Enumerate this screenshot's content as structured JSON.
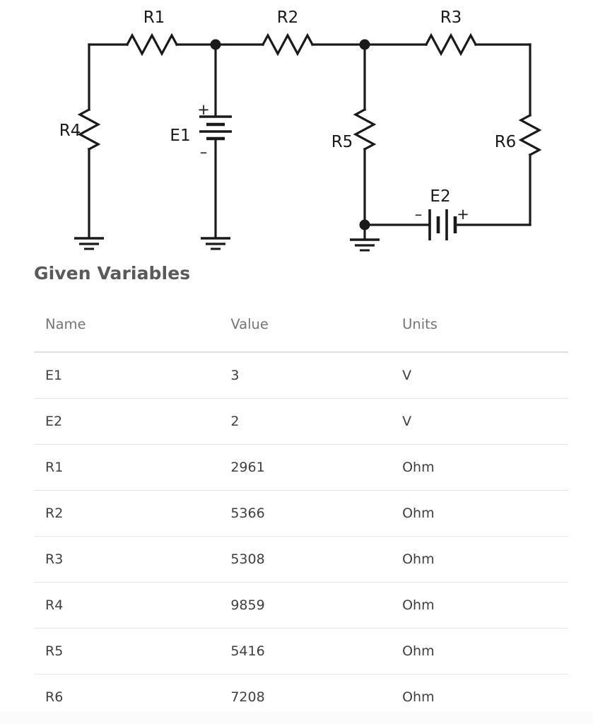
{
  "circuit": {
    "title": "resistor-network-schematic",
    "components": [
      {
        "id": "R1",
        "type": "resistor",
        "label": "R1"
      },
      {
        "id": "R2",
        "type": "resistor",
        "label": "R2"
      },
      {
        "id": "R3",
        "type": "resistor",
        "label": "R3"
      },
      {
        "id": "R4",
        "type": "resistor",
        "label": "R4"
      },
      {
        "id": "R5",
        "type": "resistor",
        "label": "R5"
      },
      {
        "id": "R6",
        "type": "resistor",
        "label": "R6"
      },
      {
        "id": "E1",
        "type": "battery",
        "label": "E1",
        "plus": "+",
        "minus": "−"
      },
      {
        "id": "E2",
        "type": "battery",
        "label": "E2",
        "plus": "+",
        "minus": "−"
      }
    ],
    "labels": {
      "r1": "R1",
      "r2": "R2",
      "r3": "R3",
      "r4": "R4",
      "r5": "R5",
      "r6": "R6",
      "e1": "E1",
      "e2": "E2",
      "e1_plus": "+",
      "e1_minus": "–",
      "e2_plus": "+",
      "e2_minus": "–"
    },
    "wire_color": "#1a1a1a",
    "label_color": "#1a1a1a"
  },
  "heading": {
    "text": "Given Variables"
  },
  "table": {
    "columns": [
      "Name",
      "Value",
      "Units"
    ],
    "rows": [
      {
        "name": "E1",
        "value": "3",
        "units": "V"
      },
      {
        "name": "E2",
        "value": "2",
        "units": "V"
      },
      {
        "name": "R1",
        "value": "2961",
        "units": "Ohm"
      },
      {
        "name": "R2",
        "value": "5366",
        "units": "Ohm"
      },
      {
        "name": "R3",
        "value": "5308",
        "units": "Ohm"
      },
      {
        "name": "R4",
        "value": "9859",
        "units": "Ohm"
      },
      {
        "name": "R5",
        "value": "5416",
        "units": "Ohm"
      },
      {
        "name": "R6",
        "value": "7208",
        "units": "Ohm"
      }
    ]
  }
}
